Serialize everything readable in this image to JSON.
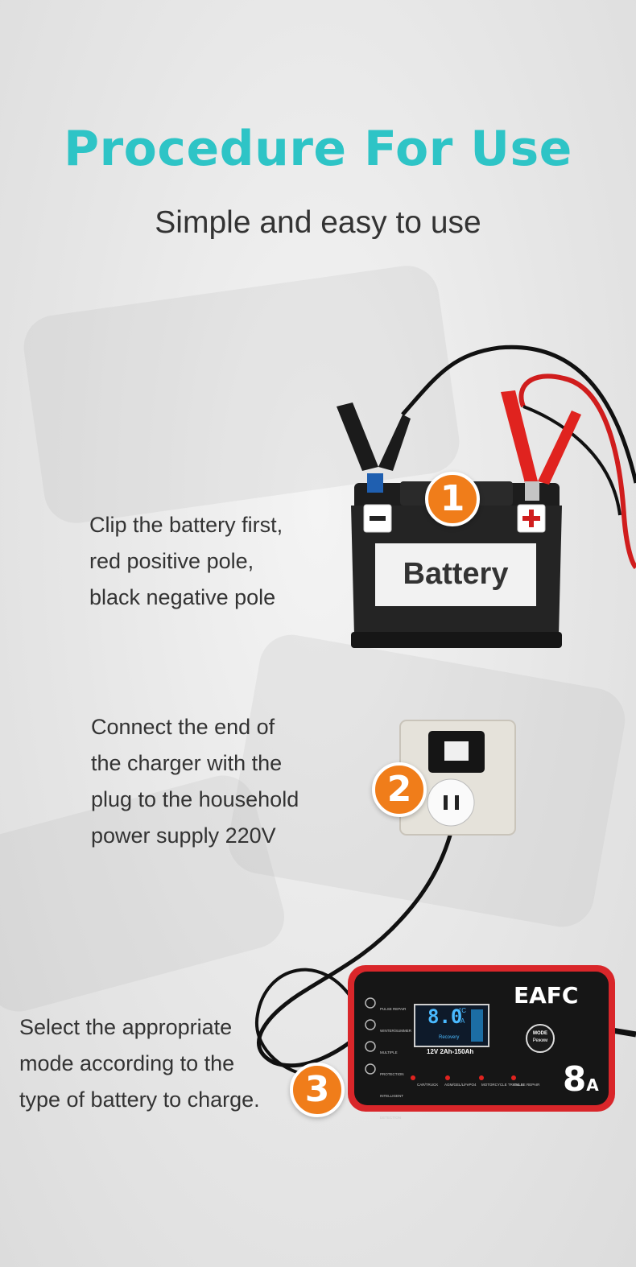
{
  "header": {
    "title": "Procedure For Use",
    "subtitle": "Simple and easy to use"
  },
  "steps": [
    {
      "number": "1",
      "lines": [
        "Clip the battery first,",
        "red positive pole,",
        "black negative pole"
      ],
      "illustration_label": "Battery"
    },
    {
      "number": "2",
      "lines": [
        "Connect the end of",
        "the charger with the",
        "plug to the household",
        "power supply 220V"
      ]
    },
    {
      "number": "3",
      "lines": [
        "Select the appropriate",
        "mode according to the",
        "type of battery to charge."
      ]
    }
  ],
  "charger": {
    "brand": "EAFC",
    "display_digits": "8.0",
    "display_unit_top": "°C",
    "display_unit_bottom": "A",
    "display_sub": "Recovery",
    "range": "12V  2Ah-150Ah",
    "mode_button": "MODE",
    "mode_sub": "Режим",
    "rating_number": "8",
    "rating_unit": "A",
    "features": [
      "PULSE REPAIR",
      "WINTER/SUMMER",
      "MULTIPLE PROTECTION",
      "INTELLIGENT DETECTION"
    ],
    "modes": [
      "CAR/TRUCK",
      "AGM/GEL/LiFePO4",
      "MOTORCYCLE TRICKLE",
      "PULSE REPAIR"
    ]
  },
  "colors": {
    "accent": "#2ec4c6",
    "badge": "#f07d1a",
    "positive": "#e0231f",
    "charger_border": "#d9262a"
  }
}
